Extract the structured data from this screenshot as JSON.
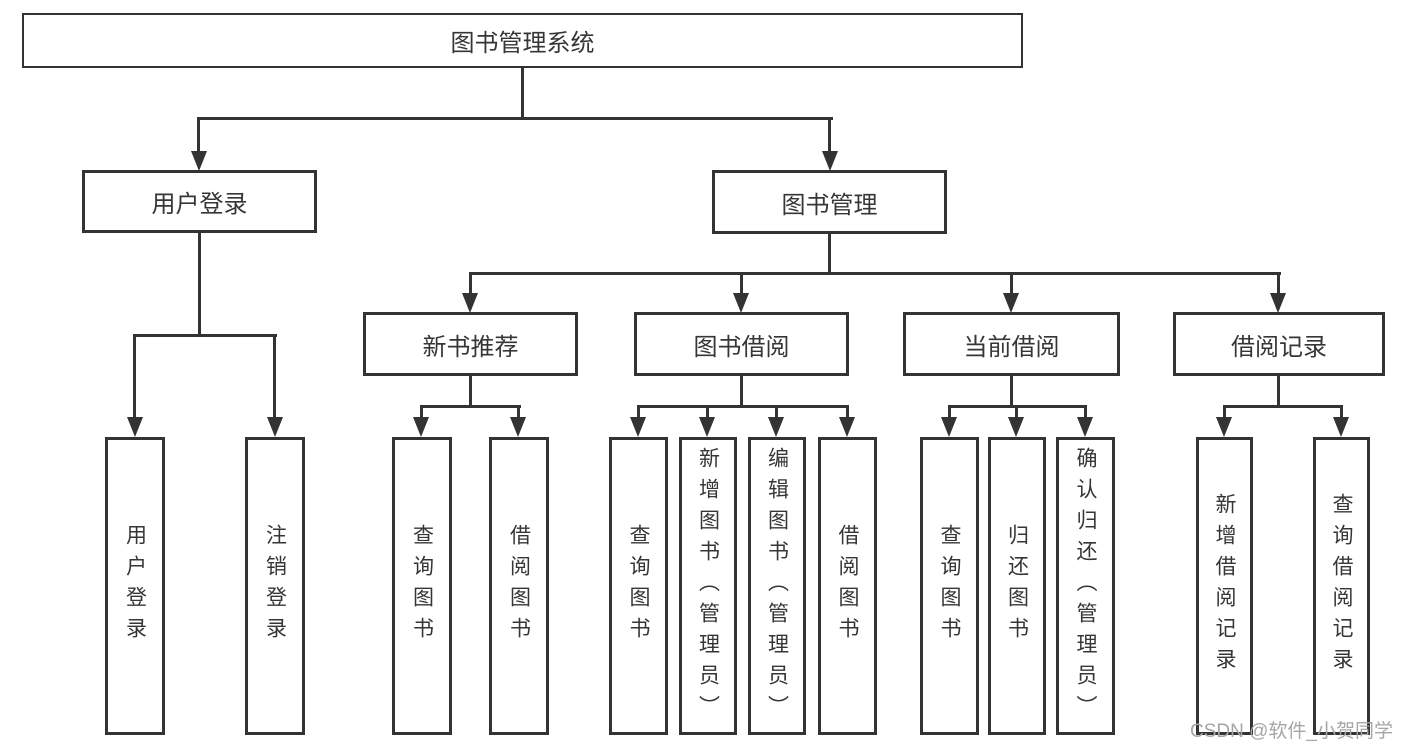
{
  "diagram": {
    "root": {
      "label": "图书管理系统"
    },
    "level2": [
      {
        "label": "用户登录"
      },
      {
        "label": "图书管理"
      }
    ],
    "level3": [
      {
        "label": "新书推荐",
        "parent": "图书管理"
      },
      {
        "label": "图书借阅",
        "parent": "图书管理"
      },
      {
        "label": "当前借阅",
        "parent": "图书管理"
      },
      {
        "label": "借阅记录",
        "parent": "图书管理"
      }
    ],
    "leaves": [
      {
        "label": "用户登录",
        "parent": "用户登录"
      },
      {
        "label": "注销登录",
        "parent": "用户登录"
      },
      {
        "label": "查询图书",
        "parent": "新书推荐"
      },
      {
        "label": "借阅图书",
        "parent": "新书推荐"
      },
      {
        "label": "查询图书",
        "parent": "图书借阅"
      },
      {
        "label": "新增图书（管理员）",
        "parent": "图书借阅"
      },
      {
        "label": "编辑图书（管理员）",
        "parent": "图书借阅"
      },
      {
        "label": "借阅图书",
        "parent": "图书借阅"
      },
      {
        "label": "查询图书",
        "parent": "当前借阅"
      },
      {
        "label": "归还图书",
        "parent": "当前借阅"
      },
      {
        "label": "确认归还（管理员）",
        "parent": "当前借阅"
      },
      {
        "label": "新增借阅记录",
        "parent": "借阅记录"
      },
      {
        "label": "查询借阅记录",
        "parent": "借阅记录"
      }
    ],
    "watermark": {
      "text": "CSDN @软件_小贺同学",
      "color": "#a6a6a6"
    },
    "colors": {
      "line": "#333333",
      "text": "#363636",
      "background": "#ffffff"
    }
  }
}
